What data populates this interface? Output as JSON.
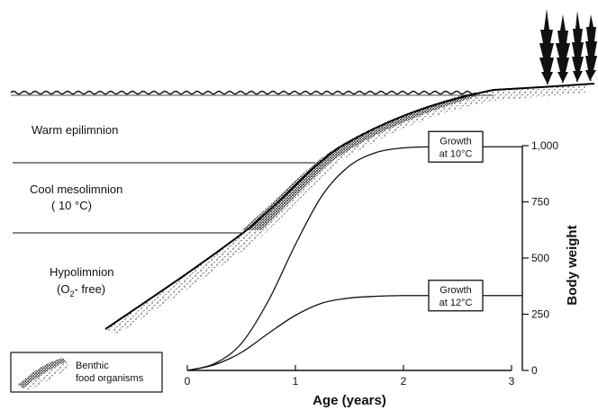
{
  "layers": {
    "epilimnion": "Warm epilimnion",
    "mesolimnion_1": "Cool mesolimnion",
    "mesolimnion_2": "( 10 °C)",
    "hypolimnion_1": "Hypolimnion",
    "hypolimnion_2": "(O",
    "hypolimnion_sub": "2",
    "hypolimnion_3": "- free)"
  },
  "legend": {
    "line1": "Benthic",
    "line2": "food organisms"
  },
  "chart_data": {
    "type": "line",
    "xlabel": "Age (years)",
    "ylabel": "Body weight",
    "xlim": [
      0,
      3
    ],
    "ylim": [
      0,
      1000
    ],
    "x_ticks": [
      "0",
      "1",
      "2",
      "3"
    ],
    "y_ticks": [
      "0",
      "250",
      "500",
      "750",
      "1,000"
    ],
    "series": [
      {
        "name": "Growth at 10°C",
        "label_line1": "Growth",
        "label_line2": "at 10°C",
        "x": [
          0,
          0.25,
          0.5,
          0.75,
          1.0,
          1.25,
          1.5,
          1.75,
          2.0,
          2.25,
          2.5,
          3.0
        ],
        "y": [
          0,
          30,
          120,
          310,
          560,
          780,
          910,
          970,
          990,
          995,
          995,
          995
        ]
      },
      {
        "name": "Growth at 12°C",
        "label_line1": "Growth",
        "label_line2": "at 12°C",
        "x": [
          0,
          0.25,
          0.5,
          0.75,
          1.0,
          1.25,
          1.5,
          1.75,
          2.0,
          2.5,
          3.0
        ],
        "y": [
          0,
          25,
          80,
          165,
          245,
          300,
          322,
          330,
          333,
          333,
          333
        ]
      }
    ]
  }
}
